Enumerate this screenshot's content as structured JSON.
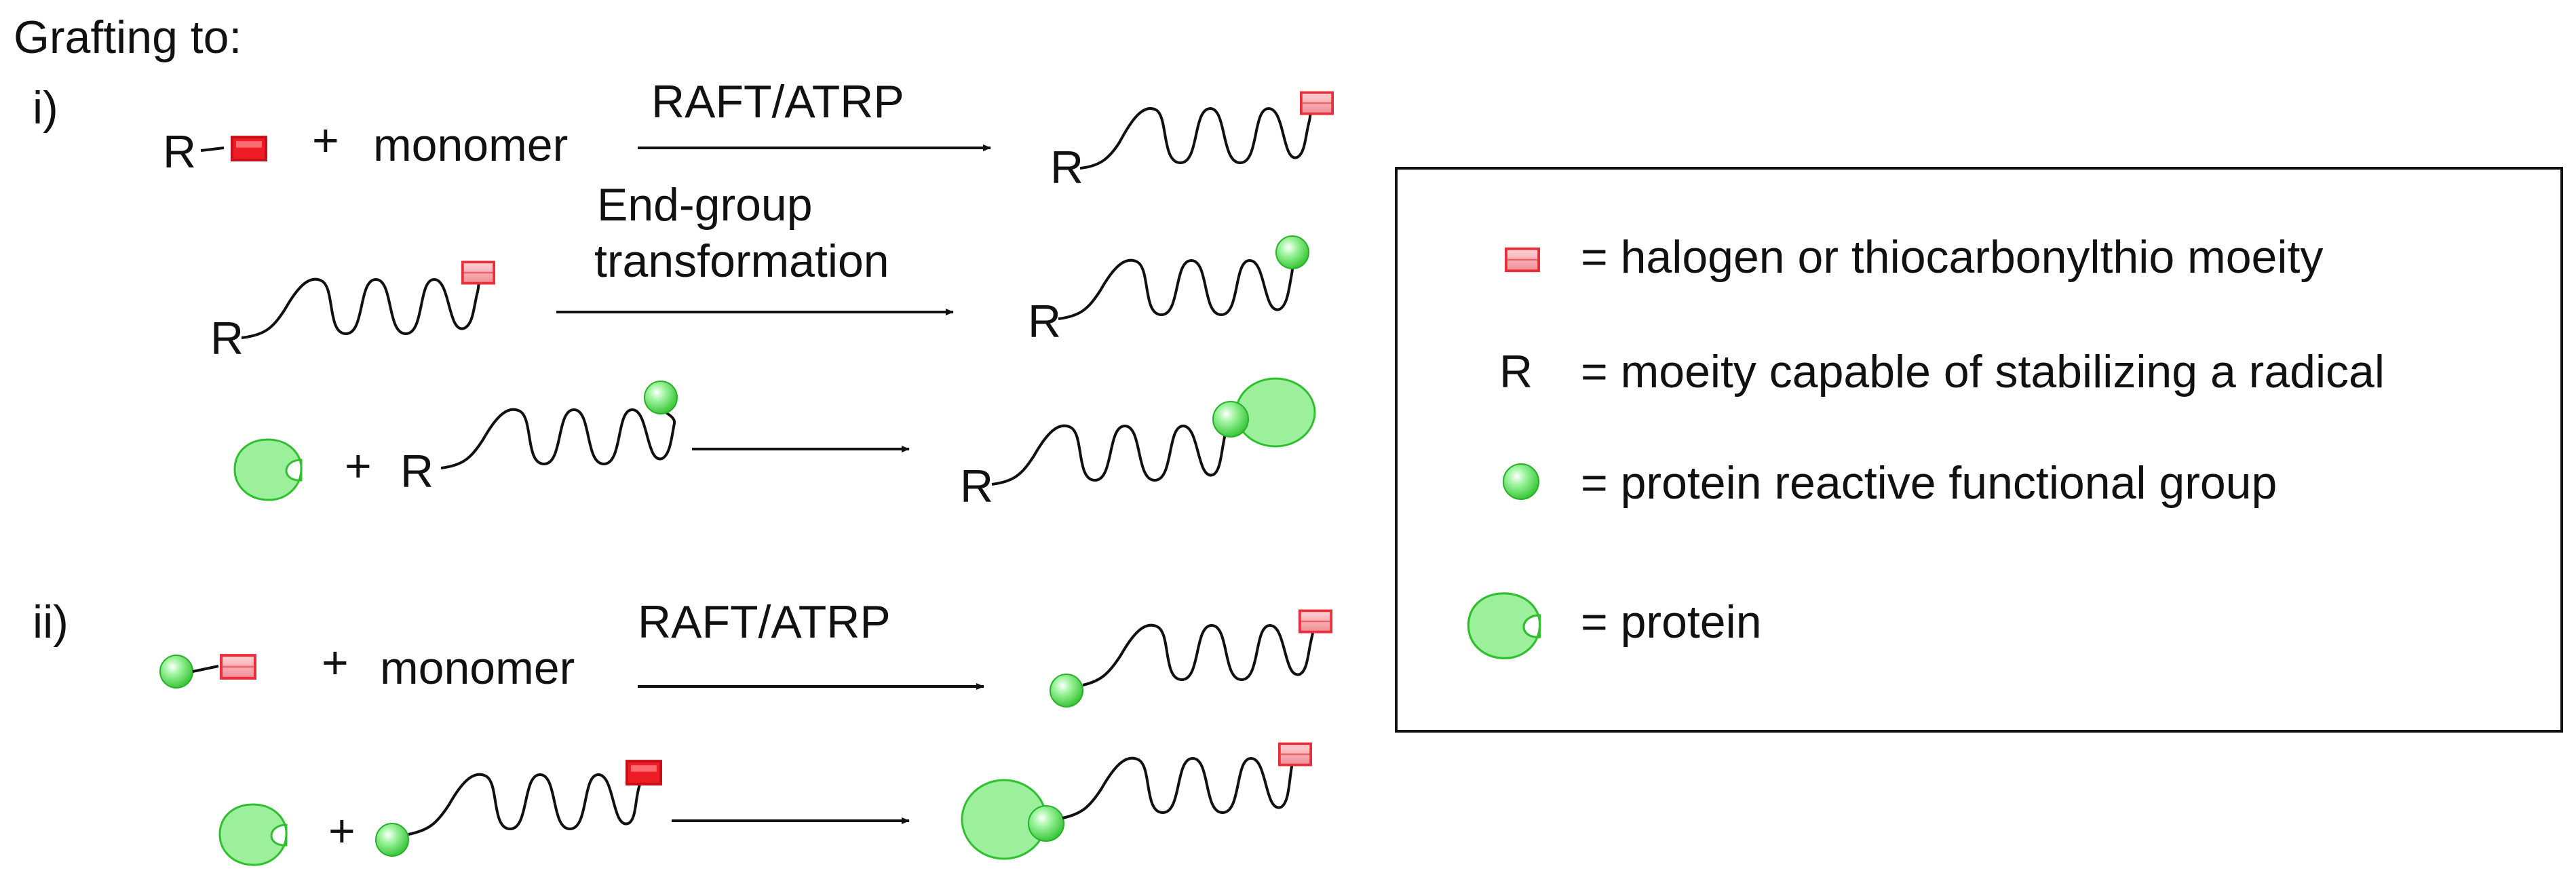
{
  "title": "Grafting to:",
  "sections": {
    "i": {
      "label": "i)"
    },
    "ii": {
      "label": "ii)"
    }
  },
  "symbols": {
    "r": "R",
    "plus": "+",
    "monomer": "monomer"
  },
  "arrows": {
    "raft_atrp": "RAFT/ATRP",
    "end_group_line1": "End-group",
    "end_group_line2": "transformation"
  },
  "legend": {
    "halogen": "= halogen or thiocarbonylthio moeity",
    "r_symbol": "R",
    "r_desc": "= moeity capable of stabilizing a radical",
    "reactive": "= protein reactive functional group",
    "protein": "= protein"
  },
  "colors": {
    "end_group_fill": "#f4a7ad",
    "end_group_stroke": "#e8303d",
    "end_group_solid": "#ee1c25",
    "green": "#8ff08f",
    "green_stroke": "#3cc63c",
    "ink": "#111111"
  }
}
